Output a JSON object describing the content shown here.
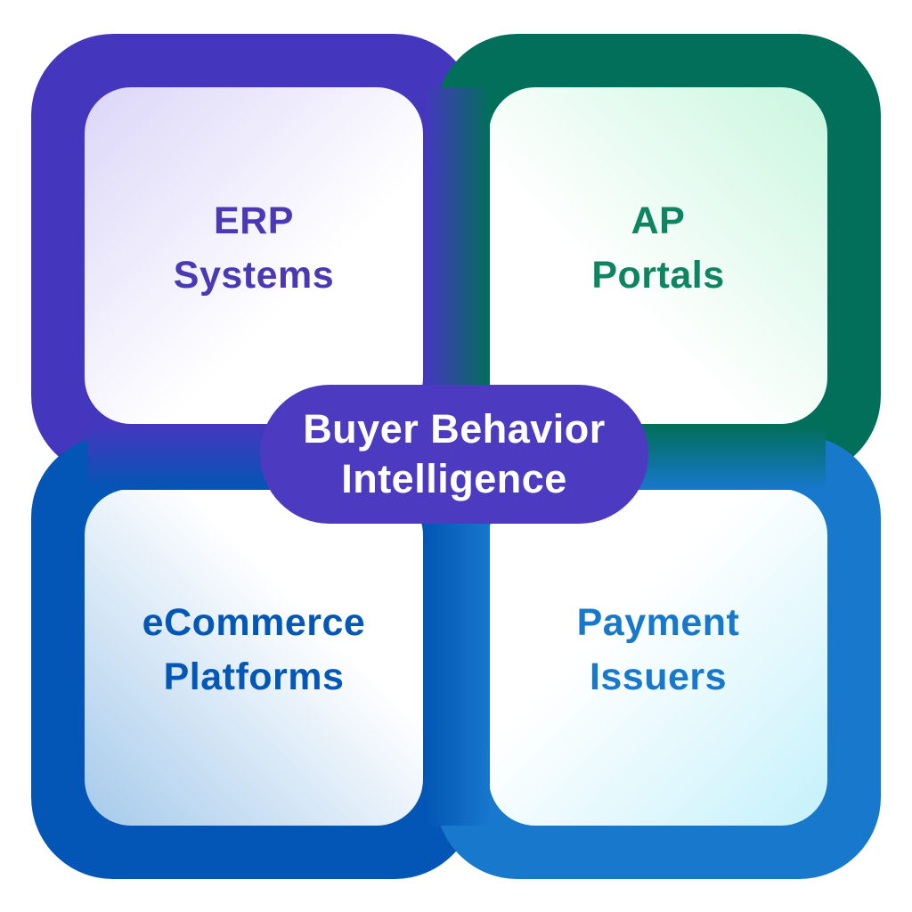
{
  "page": {
    "background_color": "#FFFFFF"
  },
  "diagram": {
    "center_badge": {
      "label": "Buyer Behavior\nIntelligence",
      "bg_color": "#4C3BC1",
      "text_color": "#FFFFFF"
    },
    "quadrants": [
      {
        "name": "ERP Systems",
        "label": "ERP\nSystems",
        "position": "top-left",
        "border_color": "#4437BE",
        "text_color": "#4A39B4",
        "tint_color": "#DBD6F8"
      },
      {
        "name": "AP Portals",
        "label": "AP\nPortals",
        "position": "top-right",
        "border_color": "#016F59",
        "text_color": "#0E8560",
        "tint_color": "#C9F6DF"
      },
      {
        "name": "eCommerce Platforms",
        "label": "eCommerce\nPlatforms",
        "position": "bottom-left",
        "border_color": "#0356B5",
        "text_color": "#0358B7",
        "tint_color": "#A5CAEB"
      },
      {
        "name": "Payment Issuers",
        "label": "Payment\nIssuers",
        "position": "bottom-right",
        "border_color": "#1778CC",
        "text_color": "#1878CB",
        "tint_color": "#C4F1FB"
      }
    ],
    "seams": {
      "top": {
        "from": "#4437BE",
        "to": "#016F59"
      },
      "bottom": {
        "from": "#0356B5",
        "to": "#1778CC"
      },
      "left": {
        "from": "#4437BE",
        "to": "#0356B5"
      },
      "right": {
        "from": "#016F59",
        "to": "#1778CC"
      }
    }
  }
}
